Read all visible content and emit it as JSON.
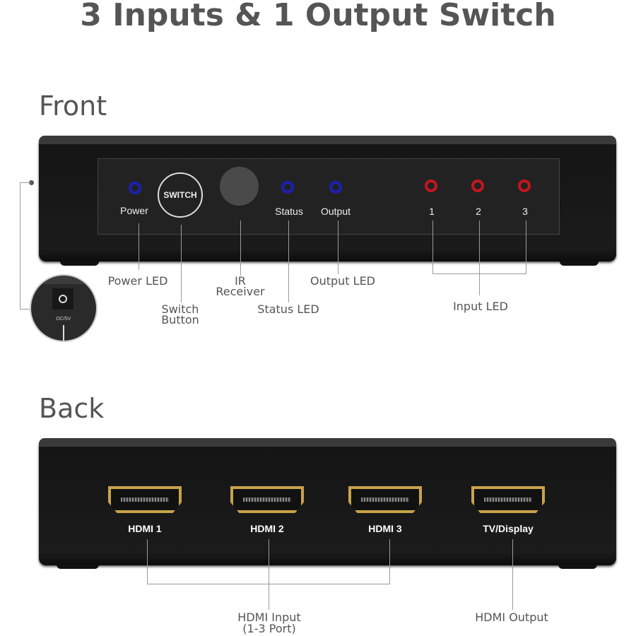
{
  "title": "3 Inputs & 1 Output Switch",
  "front": {
    "heading": "Front",
    "panel_labels": {
      "power": "Power",
      "switch": "SWITCH",
      "status": "Status",
      "output": "Output",
      "in1": "1",
      "in2": "2",
      "in3": "3"
    },
    "callouts": {
      "power_led": "Power LED",
      "switch_button_1": "Switch",
      "switch_button_2": "Button",
      "ir_1": "IR",
      "ir_2": "Receiver",
      "status_led": "Status LED",
      "output_led": "Output LED",
      "input_led": "Input LED"
    },
    "dc_label": "DC/5V",
    "led_colors": {
      "blue": "#1c1fb5",
      "red": "#c3161e"
    }
  },
  "back": {
    "heading": "Back",
    "ports": [
      "HDMI 1",
      "HDMI 2",
      "HDMI 3",
      "TV/Display"
    ],
    "callouts": {
      "input_1": "HDMI Input",
      "input_2": "(1-3 Port)",
      "output": "HDMI Output"
    },
    "port_color": "#c8a34a"
  }
}
